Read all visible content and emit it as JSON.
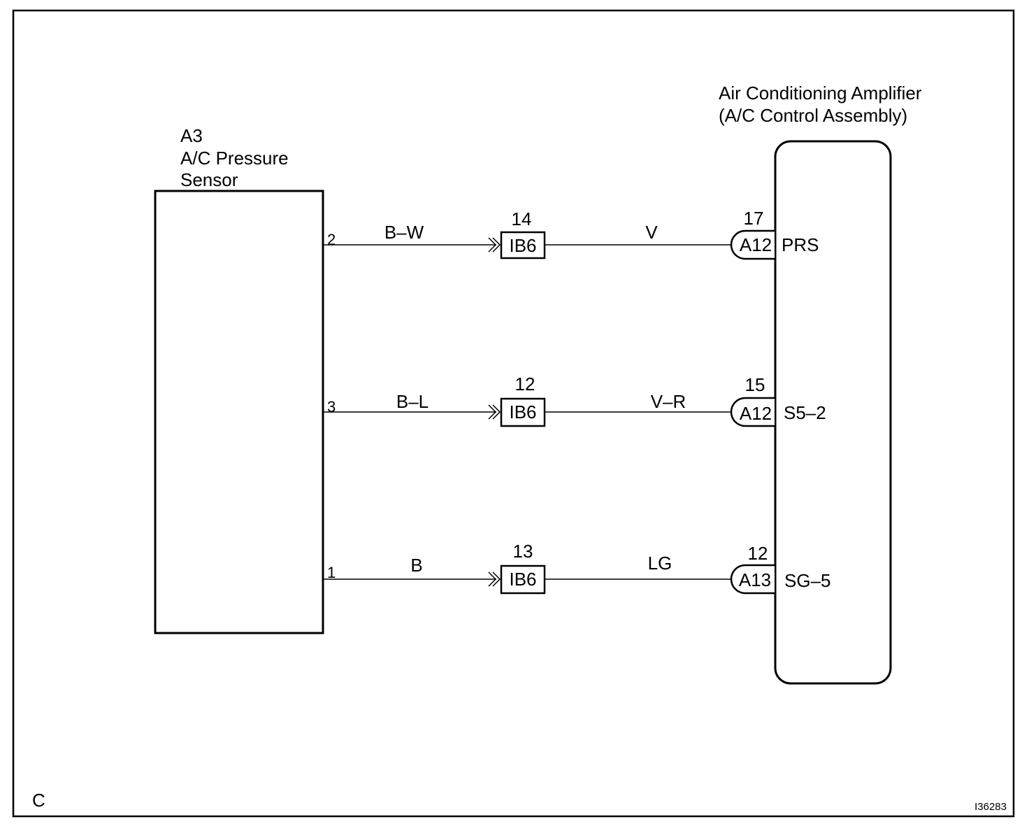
{
  "frame": {
    "corner_letter": "C",
    "figure_id": "I36283"
  },
  "sensor": {
    "id": "A3",
    "name_line1": "A/C Pressure",
    "name_line2": "Sensor"
  },
  "amplifier": {
    "name_line1": "Air Conditioning Amplifier",
    "name_line2": "(A/C Control Assembly)"
  },
  "circuits": [
    {
      "sensor_pin": "2",
      "wire_left": "B–W",
      "junction_pin": "14",
      "junction": "IB6",
      "wire_right": "V",
      "ecu_pin": "17",
      "ecu_connector": "A12",
      "ecu_terminal": "PRS"
    },
    {
      "sensor_pin": "3",
      "wire_left": "B–L",
      "junction_pin": "12",
      "junction": "IB6",
      "wire_right": "V–R",
      "ecu_pin": "15",
      "ecu_connector": "A12",
      "ecu_terminal": "S5–2"
    },
    {
      "sensor_pin": "1",
      "wire_left": "B",
      "junction_pin": "13",
      "junction": "IB6",
      "wire_right": "LG",
      "ecu_pin": "12",
      "ecu_connector": "A13",
      "ecu_terminal": "SG–5"
    }
  ]
}
